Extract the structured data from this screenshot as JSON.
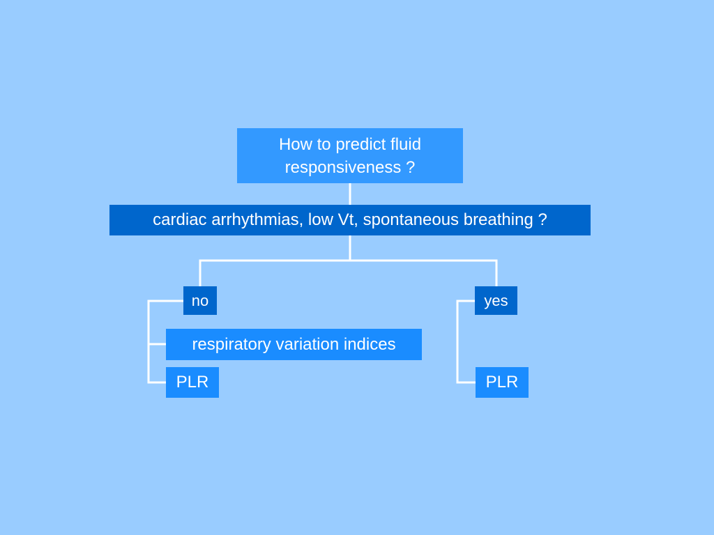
{
  "slide": {
    "background_color": "#99ccff"
  },
  "diagram": {
    "root": {
      "label": "How to predict fluid responsiveness ?",
      "color": "#3399ff"
    },
    "question": {
      "label": "cardiac arrhythmias, low Vt, spontaneous breathing ?",
      "color": "#0066cc"
    },
    "branches": {
      "no": {
        "label": "no",
        "color": "#0066cc",
        "options": [
          {
            "label": "respiratory variation indices"
          },
          {
            "label": "PLR"
          }
        ]
      },
      "yes": {
        "label": "yes",
        "color": "#0066cc",
        "options": [
          {
            "label": "PLR"
          }
        ]
      }
    },
    "leaf_color": "#1a8cff",
    "connector_color": "#ffffff"
  }
}
